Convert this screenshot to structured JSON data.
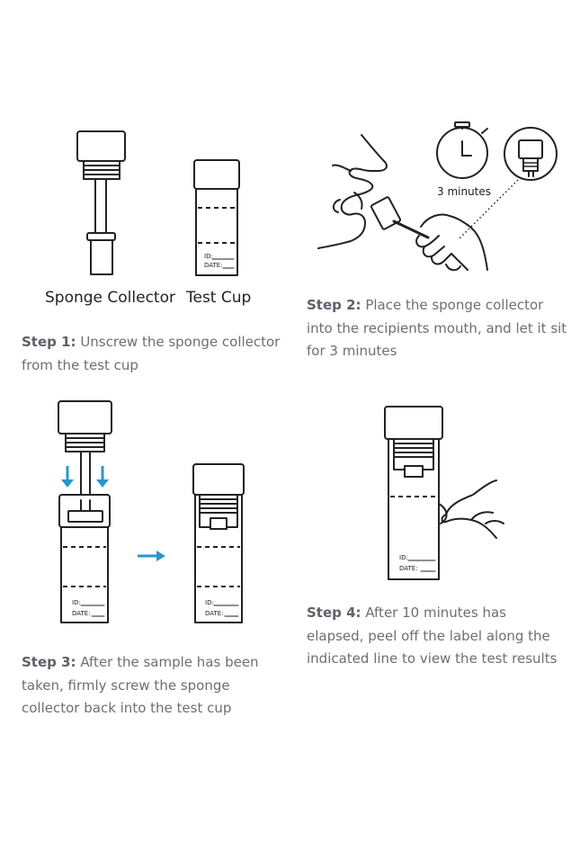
{
  "steps": [
    {
      "prefix": "Step 1:",
      "text": " Unscrew the sponge collector from the test cup",
      "labels": {
        "sponge": "Sponge Collector",
        "cup": "Test Cup"
      }
    },
    {
      "prefix": "Step 2:",
      "text": " Place the sponge collector into the recipients mouth, and let it sit for 3 minutes",
      "timer_label": "3 minutes"
    },
    {
      "prefix": "Step 3:",
      "text": " After the sample has been taken, firmly screw the sponge collector back into the test cup"
    },
    {
      "prefix": "Step 4:",
      "text": " After 10 minutes has elapsed, peel off the label along the indicated line to view the test results"
    }
  ],
  "cup_label": {
    "id": "ID:",
    "date": "DATE:"
  },
  "colors": {
    "arrow": "#2a96cc",
    "caption": "#6b6f75",
    "line": "#222222"
  }
}
